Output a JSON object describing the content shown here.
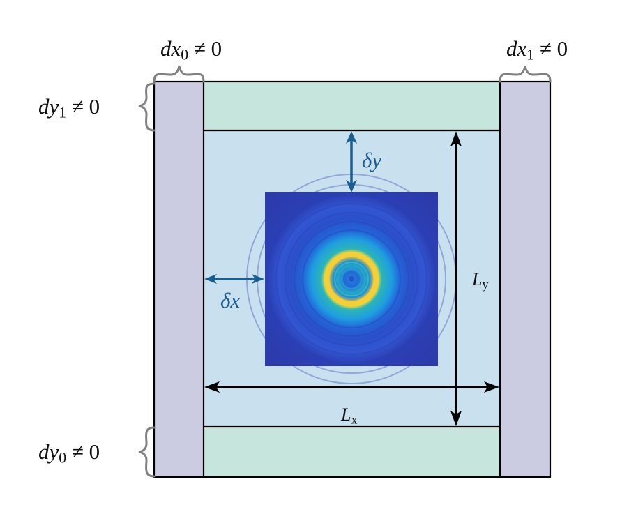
{
  "diagram": {
    "type": "padding-domain-schematic",
    "colors": {
      "background": "#ffffff",
      "side_pad": "#cbcbe1",
      "top_bottom_pad": "#c6e6dd",
      "inner_domain": "#c9e0ee",
      "frame": "#000000",
      "brace": "#808080",
      "offset_arrows": "#1a5e8f",
      "size_arrows": "#000000"
    },
    "labels": {
      "dx0": {
        "var": "dx",
        "sub": "0",
        "rel": "≠ 0"
      },
      "dx1": {
        "var": "dx",
        "sub": "1",
        "rel": "≠ 0"
      },
      "dy1": {
        "var": "dy",
        "sub": "1",
        "rel": "≠ 0"
      },
      "dy0": {
        "var": "dy",
        "sub": "0",
        "rel": "≠ 0"
      },
      "delta_x": "δx",
      "delta_y": "δy",
      "Lx": {
        "var": "L",
        "sub": "x"
      },
      "Ly": {
        "var": "L",
        "sub": "y"
      }
    },
    "regions": [
      {
        "name": "left-pad",
        "label": "dx0"
      },
      {
        "name": "right-pad",
        "label": "dx1"
      },
      {
        "name": "top-pad",
        "label": "dy1"
      },
      {
        "name": "bottom-pad",
        "label": "dy0"
      },
      {
        "name": "inner-domain",
        "width_label": "Lx",
        "height_label": "Ly"
      },
      {
        "name": "diffraction-image",
        "description": "concentric ring intensity map (parula colormap) with bright yellow ring near center"
      }
    ]
  }
}
